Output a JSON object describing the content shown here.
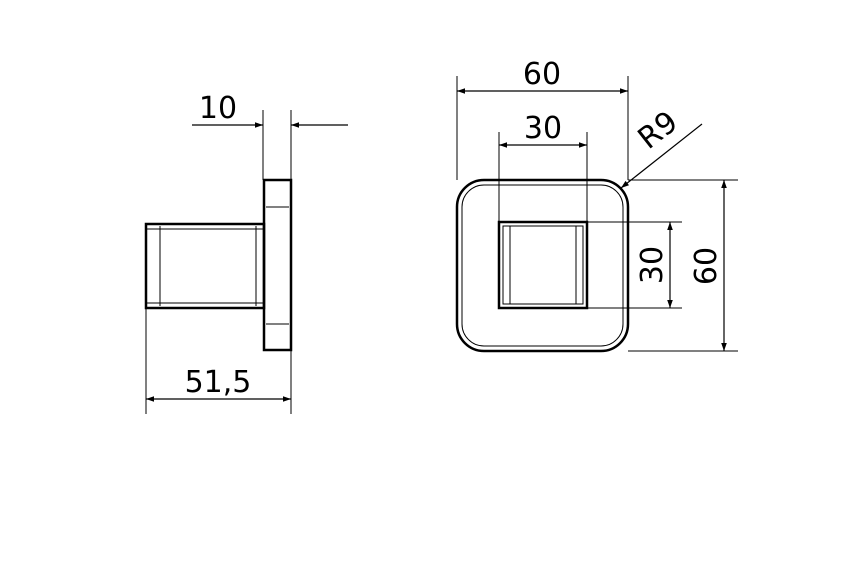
{
  "side_view": {
    "flange_thickness": "10",
    "overall_length": "51,5"
  },
  "front_view": {
    "outer_width": "60",
    "inner_width": "30",
    "corner_radius": "R9",
    "inner_height": "30",
    "outer_height": "60"
  }
}
